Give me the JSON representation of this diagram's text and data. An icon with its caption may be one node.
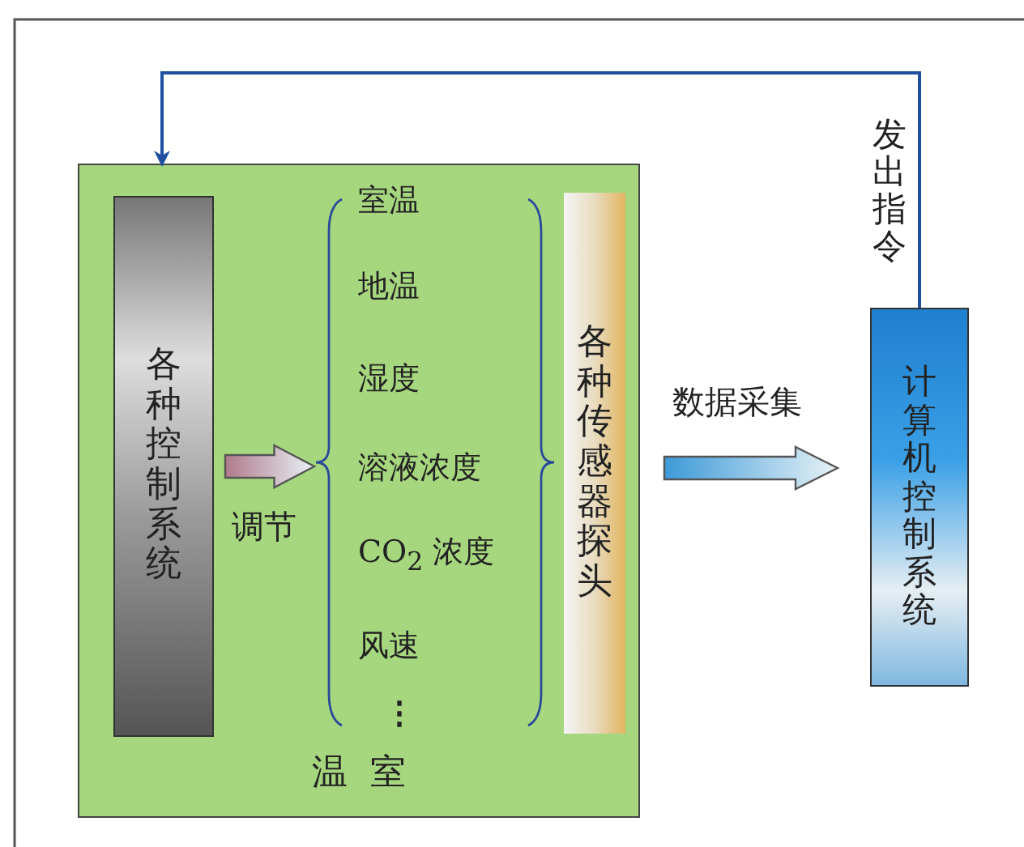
{
  "diagram": {
    "nodes": [
      {
        "text": [
          "温室"
        ]
      },
      {
        "text": [
          "各种控制系统"
        ],
        "in": 0
      },
      {
        "text": [
          "室温",
          "地温",
          "湿度",
          "溶液浓度",
          "CO$_{2}$ 浓度",
          "风速",
          "⋮"
        ],
        "in": 0
      },
      {
        "text": [
          "各种传感器探头"
        ],
        "in": 0
      },
      {
        "text": [
          "计算机控制系统"
        ]
      }
    ],
    "edges": [
      {
        "from": 1,
        "to": 2,
        "arrow": "to",
        "label": "调节",
        "style": "thick",
        "color": "#b07a8c"
      },
      {
        "from": 3,
        "to": 4,
        "arrow": "to",
        "label": "数据采集",
        "style": "thick",
        "color": "#3d9ad8"
      },
      {
        "from": 4,
        "to": 1,
        "arrow": "to",
        "label": "发出指令",
        "color": "#1f4fa0"
      }
    ]
  }
}
